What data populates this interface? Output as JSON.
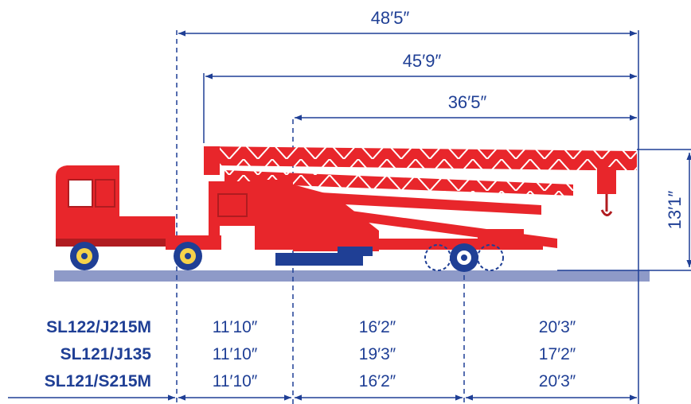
{
  "colors": {
    "line": "#1f3f95",
    "crane_red": "#e8262b",
    "crane_dark": "#b01c20",
    "ground": "#8e9ac8",
    "wheel_blue": "#1f3f95",
    "wheel_yellow": "#f6d24a"
  },
  "dimensions": {
    "overall_length": "48′5″",
    "boom_length": "45′9″",
    "rear_length": "36′5″",
    "height": "13′1″"
  },
  "table": {
    "rows": [
      {
        "model": "SL122/J215M",
        "values": [
          "11′10″",
          "16′2″",
          "20′3″"
        ]
      },
      {
        "model": "SL121/J135",
        "values": [
          "11′10″",
          "19′3″",
          "17′2″"
        ]
      },
      {
        "model": "SL121/S215M",
        "values": [
          "11′10″",
          "16′2″",
          "20′3″"
        ]
      }
    ]
  },
  "icons": {
    "tractor": "truck-tractor-icon",
    "crane": "tower-crane-folded-icon"
  }
}
